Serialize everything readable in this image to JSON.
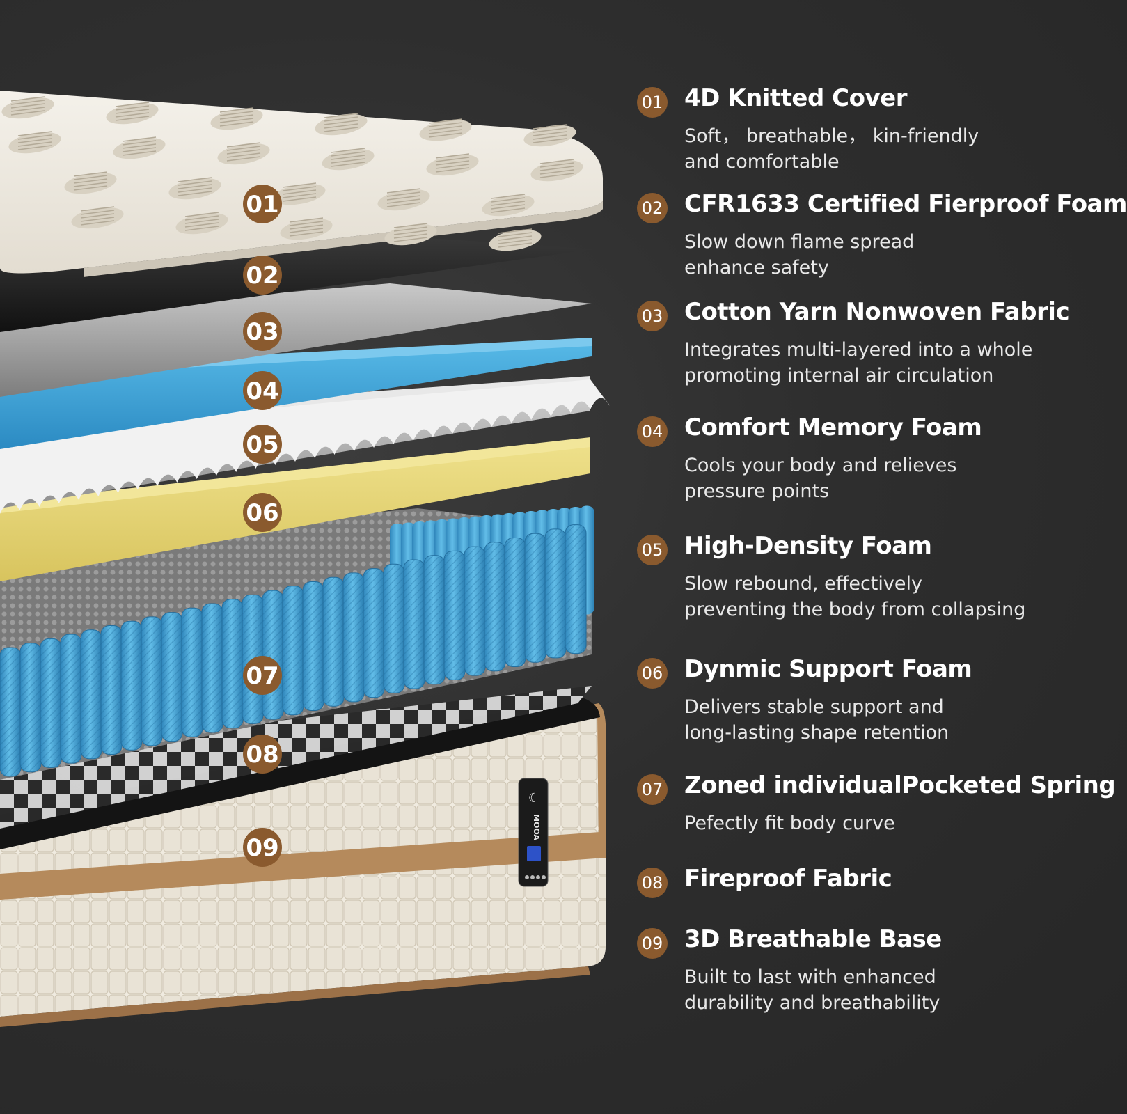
{
  "layers": [
    {
      "num": "01",
      "title": "4D Knitted Cover",
      "desc": [
        "Soft， breathable， kin-friendly",
        "and comfortable"
      ]
    },
    {
      "num": "02",
      "title": "CFR1633 Certified Fierproof Foam",
      "desc": [
        "Slow down flame spread",
        "enhance safety"
      ]
    },
    {
      "num": "03",
      "title": "Cotton Yarn Nonwoven Fabric",
      "desc": [
        "Integrates multi-layered into a whole",
        "promoting internal air circulation"
      ]
    },
    {
      "num": "04",
      "title": "Comfort Memory Foam",
      "desc": [
        "Cools your body and relieves",
        "pressure points"
      ]
    },
    {
      "num": "05",
      "title": "High-Density Foam",
      "desc": [
        "Slow rebound, effectively",
        "preventing the body from collapsing"
      ]
    },
    {
      "num": "06",
      "title": "Dynmic Support Foam",
      "desc": [
        "Delivers stable support and",
        "long-lasting shape retention"
      ]
    },
    {
      "num": "07",
      "title": "Zoned individualPocketed Spring",
      "desc": [
        "Pefectly fit body curve"
      ]
    },
    {
      "num": "08",
      "title": "Fireproof Fabric",
      "desc": []
    },
    {
      "num": "09",
      "title": "3D Breathable Base",
      "desc": [
        "Built to last with enhanced",
        "durability and breathability"
      ]
    }
  ],
  "brand_label": "MOOA",
  "colors": {
    "badge": "#8a5a2e",
    "memory_foam": "#3aa3d6",
    "support_foam": "#e7d77a",
    "spring": "#4aa6d4",
    "base_trim": "#b58a5c"
  }
}
